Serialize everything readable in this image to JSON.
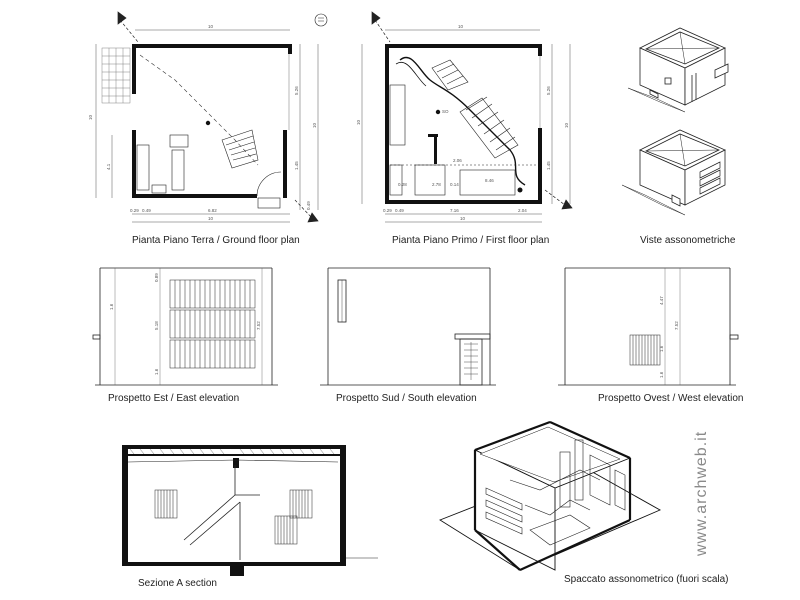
{
  "drawings": {
    "ground_floor": {
      "caption": "Pianta Piano Terra  / Ground floor plan",
      "dims": [
        "10",
        "10",
        "6.82",
        "0.29",
        "0.49",
        "5.26",
        "1.45",
        "4.1",
        "10",
        "0.49"
      ]
    },
    "first_floor": {
      "caption": "Pianta Piano Primo  /  First floor plan",
      "dims": [
        "10",
        "10",
        "7.16",
        "2.04",
        "0.29",
        "0.49",
        "5.26",
        "1.45",
        "2.78",
        "0.14",
        "8.46",
        "0.28",
        "2.06",
        "1.6",
        "10",
        "10"
      ]
    },
    "axonometric_views": {
      "caption": "Viste assonometriche"
    },
    "east_elevation": {
      "caption": "Prospetto Est  /  East elevation",
      "dims": [
        "0.89",
        "5.18",
        "1.6",
        "7.52"
      ]
    },
    "south_elevation": {
      "caption": "Prospetto Sud  /  South elevation"
    },
    "west_elevation": {
      "caption": "Prospetto Ovest  /  West elevation",
      "dims": [
        "4.47",
        "7.52",
        "1.6",
        "1.6"
      ]
    },
    "section": {
      "caption": "Sezione  A  section"
    },
    "exploded_axonometric": {
      "caption": "Spaccato assonometrico (fuori scala)"
    }
  },
  "watermark": "www.archweb.it",
  "colors": {
    "ink": "#222222",
    "wall": "#111111",
    "hatch": "#555555",
    "watermark": "#8a8a8a"
  }
}
